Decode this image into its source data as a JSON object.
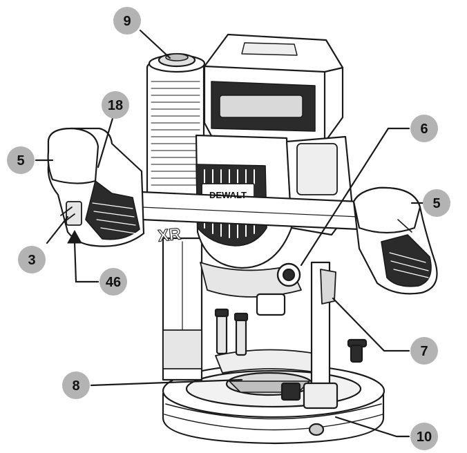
{
  "diagram": {
    "callouts": [
      {
        "id": "c9",
        "label": "9"
      },
      {
        "id": "c18",
        "label": "18"
      },
      {
        "id": "c5a",
        "label": "5"
      },
      {
        "id": "c6",
        "label": "6"
      },
      {
        "id": "c5b",
        "label": "5"
      },
      {
        "id": "c3",
        "label": "3"
      },
      {
        "id": "c46",
        "label": "46"
      },
      {
        "id": "c7",
        "label": "7"
      },
      {
        "id": "c8",
        "label": "8"
      },
      {
        "id": "c10",
        "label": "10"
      }
    ],
    "product_markings": {
      "brand": "DEWALT",
      "series": "XR"
    },
    "colors": {
      "callout_fill": "#b3b3b3",
      "line": "#1a1a1a",
      "body": "#ffffff",
      "shade": "#d9d9d9",
      "dark": "#2b2b2b"
    }
  }
}
